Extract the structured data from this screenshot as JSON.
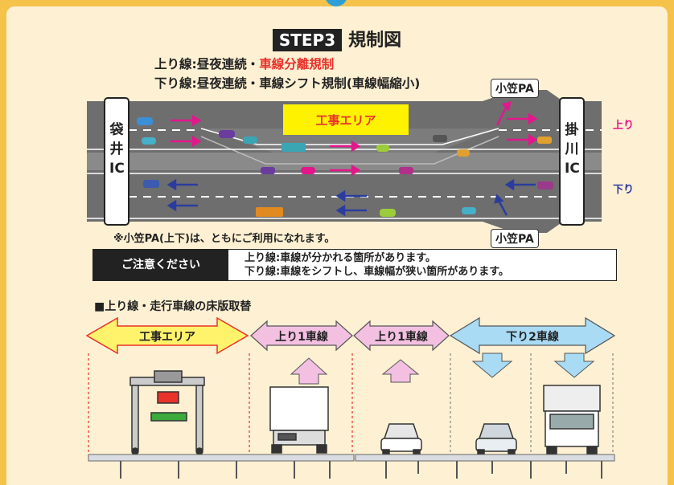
{
  "header": {
    "step": "STEP3",
    "title": "規制図"
  },
  "regulation": {
    "up_prefix": "上り線:昼夜連続・",
    "up_highlight": "車線分離規制",
    "down_line": "下り線:昼夜連続・車線シフト規制(車線幅縮小)"
  },
  "map": {
    "left_ic": "袋井IC",
    "right_ic": "掛川IC",
    "work_area": "工事エリア",
    "pa_top": "小笠PA",
    "pa_bottom": "小笠PA",
    "dir_up": "上り",
    "dir_down": "下り"
  },
  "note": "※小笠PA(上下)は、ともにご利用になれます。",
  "caution": {
    "label": "ご注意ください",
    "line1": "上り線:車線が分かれる箇所があります。",
    "line2": "下り線:車線をシフトし、車線幅が狭い箇所があります。"
  },
  "section_title": "■上り線・走行車線の床版取替",
  "cross_section": {
    "work": "工事エリア",
    "up1_a": "上り1車線",
    "up1_b": "上り1車線",
    "down2": "下り2車線"
  },
  "colors": {
    "accent_red": "#e8322a",
    "highway_gray": "#6e6e6e",
    "work_yellow": "#fff200",
    "frame_orange": "#f5c24a",
    "up_pink": "#e3168c",
    "down_blue": "#2b3c9e"
  }
}
